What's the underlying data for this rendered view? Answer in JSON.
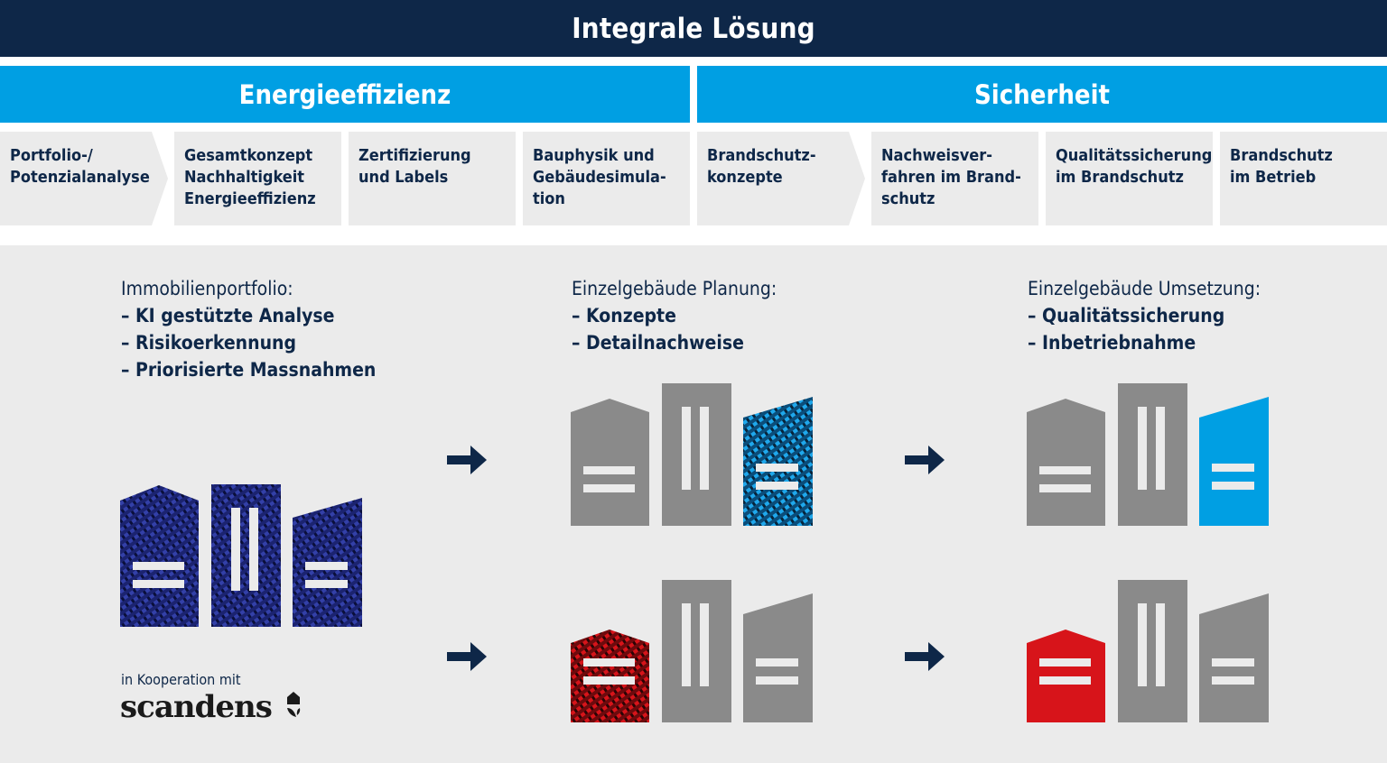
{
  "title": "Integrale Lösung",
  "categories": {
    "left": "Energieeffizienz",
    "right": "Sicherheit"
  },
  "steps": [
    "Portfolio-/\nPotenzialanalyse",
    "Gesamtkonzept\nNachhaltigkeit\nEnergieeffizienz",
    "Zertifizierung\nund Labels",
    "Bauphysik und\nGebäudesimula-\ntion",
    "Brandschutz-\nkonzepte",
    "Nachweisver-\nfahren im Brand-\nschutz",
    "Qualitätssicherung\nim Brandschutz",
    "Brandschutz\nim Betrieb"
  ],
  "phases": [
    {
      "heading": "Immobilienportfolio:",
      "items": [
        "– KI gestützte Analyse",
        "– Risikoerkennung",
        "– Priorisierte Massnahmen"
      ]
    },
    {
      "heading": "Einzelgebäude Planung:",
      "items": [
        "– Konzepte",
        "– Detailnachweise"
      ]
    },
    {
      "heading": "Einzelgebäude Umsetzung:",
      "items": [
        "– Qualitätssicherung",
        "– Inbetriebnahme"
      ]
    }
  ],
  "cooperation": {
    "label": "in Kooperation mit",
    "partner": "scandens"
  },
  "icons": {
    "arrow": "right-arrow-icon",
    "building_group": "building-group-icon"
  },
  "colors": {
    "navy": "#0e2748",
    "blue": "#009fe3",
    "grey_building": "#8a8a8a",
    "red": "#d7141a",
    "portfolio_blue": "#252f8a",
    "background": "#ebebeb"
  }
}
